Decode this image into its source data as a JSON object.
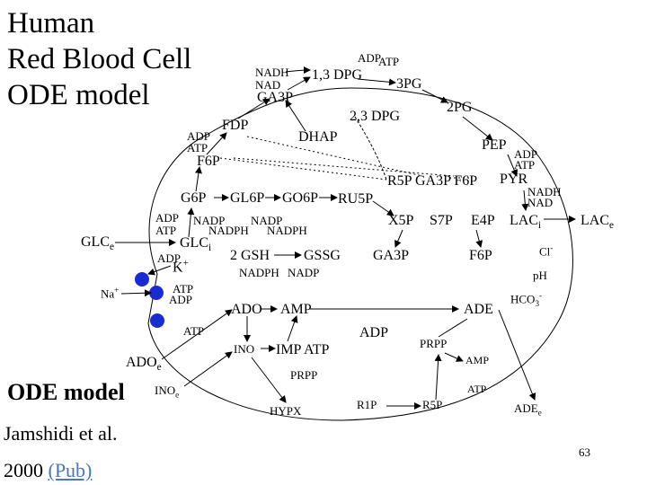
{
  "title": [
    "Human",
    "Red Blood Cell",
    "ODE model"
  ],
  "subtitle": "ODE model",
  "citation": {
    "authors": "Jamshidi et al.",
    "year": "2000",
    "link_text": "(Pub)"
  },
  "slide_number": "63",
  "colors": {
    "text": "#000000",
    "link": "#4a78b8",
    "transporter": "#1a2bd6",
    "line": "#000000"
  },
  "metabolites": {
    "nadh_top": "NADH",
    "nad_top": "NAD",
    "bpg13": "1,3 DPG",
    "adp_top": "ADP",
    "atp_top": "ATP",
    "pg3": "3PG",
    "ga3p": "GA3P",
    "dpg23": "2,3 DPG",
    "pg2": "2PG",
    "fdp": "FDP",
    "dhap": "DHAP",
    "adp_f6p": "ADP",
    "atp_f6p": "ATP",
    "f6p": "F6P",
    "pep": "PEP",
    "adp_pep": "ADP",
    "atp_pep": "ATP",
    "r5p_ga3p_f6p": "R5P GA3P F6P",
    "pyr": "PYR",
    "nadh_pyr": "NADH",
    "nad_pyr": "NAD",
    "g6p": "G6P",
    "gl6p": "GL6P",
    "go6p": "GO6P",
    "ru5p": "RU5P",
    "adp_g6p": "ADP",
    "nadp_1": "NADP",
    "nadp_2": "NADP",
    "atp_g6p": "ATP",
    "nadph_1": "NADPH",
    "nadph_2": "NADPH",
    "x5p": "X5P",
    "s7p": "S7P",
    "e4p": "E4P",
    "lac_i": "LAC",
    "lac_i_sub": "i",
    "lac_e": "LAC",
    "lac_e_sub": "e",
    "glc_e": "GLC",
    "glc_e_sub": "e",
    "glc_i": "GLC",
    "glc_i_sub": "i",
    "gsh": "2 GSH",
    "gssg": "GSSG",
    "ga3p_2": "GA3P",
    "f6p_2": "F6P",
    "cl": "Cl",
    "cl_sup": "-",
    "adp_k": "ADP",
    "k": "K",
    "k_sup": "+",
    "nadph_gsh": "NADPH",
    "nadp_gsh": "NADP",
    "ph": "pH",
    "na": "Na",
    "na_sup": "+",
    "atp_na": "ATP",
    "adp_na": "ADP",
    "ado": "ADO",
    "amp": "AMP",
    "ade": "ADE",
    "hco3": "HCO",
    "hco3_sub": "3",
    "hco3_sup": "-",
    "atp_left": "ATP",
    "adp_mid": "ADP",
    "ino": "INO",
    "imp_atp": "IMP ATP",
    "prpp_right": "PRPP",
    "amp_right": "AMP",
    "ado_e": "ADO",
    "ado_e_sub": "e",
    "prpp_low": "PRPP",
    "atp_right": "ATP",
    "ino_e": "INO",
    "ino_e_sub": "e",
    "hypx": "HYPX",
    "r1p": "R1P",
    "r5p": "R5P",
    "ade_e": "ADE",
    "ade_e_sub": "e"
  }
}
